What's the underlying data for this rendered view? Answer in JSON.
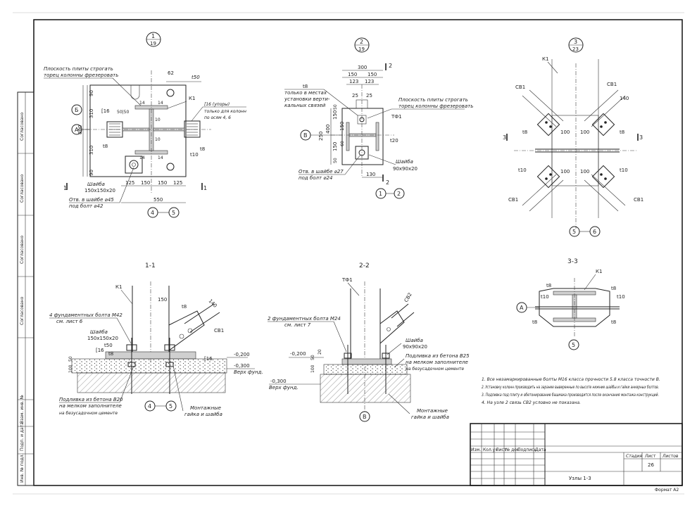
{
  "sheet": {
    "format": "Формат А2",
    "sheet_number": "26",
    "title": "Узлы 1-3"
  },
  "side_stamp": [
    "Согласовано",
    "Согласовано",
    "Согласовано",
    "Согласовано",
    "Взам. инв. №",
    "Подп. и дата",
    "Инв. № подл."
  ],
  "title_block": {
    "cols": [
      "Изм.",
      "Кол.уч",
      "Лист",
      "№ док.",
      "Подпись",
      "Дата"
    ],
    "stage_label": "Стадия",
    "sheet_label": "Лист",
    "sheets_label": "Листов"
  },
  "notes": [
    "1. Все незамаркированные болты М16 класса прочности 5.8 класса точности В.",
    "2. Установку колонн производить на заранее выверенные по высоте нижние шайбы и гайки анкерных болтов.",
    "3. Подливка под плиту и обетонирование башмака производится после окончания монтажа конструкций.",
    "4. На узле 2 связь СВ2 условно не показана."
  ],
  "node1": {
    "mark_top": "1",
    "mark_bot": "19",
    "note1": "Плоскость плиты строгать",
    "note2": "торец колонны фрезеровать",
    "k1": "К1",
    "t50": "t50",
    "d62": "62",
    "l16a": "[16",
    "l16b": "[16 (упоры)",
    "only1": "только для колонн",
    "only2": "по осям 4, 6",
    "t8a": "t8",
    "t8b": "t8",
    "t10": "t10",
    "d5050": "50|50",
    "d800": "800",
    "d310a": "310",
    "d310b": "310",
    "d90a": "90",
    "d90b": "90",
    "d14a": "14",
    "d14b": "14",
    "d14c": "14",
    "d14d": "14",
    "d10a": "10",
    "d10b": "10",
    "axB": "Б",
    "axA": "А",
    "washer1": "Шайба",
    "washer2": "150x150x20",
    "hole1": "Отв. в шайбе ⌀45",
    "hole2": "под болт ⌀42",
    "dims": [
      "125",
      "150",
      "150",
      "125"
    ],
    "d550": "550",
    "ax4": "4",
    "ax5": "5"
  },
  "node2": {
    "mark_top": "2",
    "mark_bot": "19",
    "d300": "300",
    "d150a": "150",
    "d150b": "150",
    "d123a": "123",
    "d123b": "123",
    "d25a": "25",
    "d25b": "25",
    "d2": "2",
    "t8": "t8",
    "only1": "только в местах",
    "only2": "установки верти-",
    "only3": "кальных связей",
    "note1": "Плоскость плиты строгать",
    "note2": "торец колонны фрезеровать",
    "tf1": "ТФ1",
    "t20": "t20",
    "d400": "400",
    "d250": "250",
    "d150": "150",
    "d130": "130",
    "d150c": "150",
    "d150d": "150",
    "d50a": "50",
    "d50b": "50",
    "d60": "60",
    "axV": "В",
    "hole1": "Отв. в шайбе ⌀27",
    "hole2": "под болт ⌀24",
    "washer1": "Шайба",
    "washer2": "90x90x20",
    "ax1": "1",
    "ax2": "2"
  },
  "node3": {
    "mark_top": "3",
    "mark_bot": "23",
    "k1": "К1",
    "cb1": [
      "СВ1",
      "СВ1",
      "СВ1",
      "СВ1"
    ],
    "t8": [
      "t8",
      "t8"
    ],
    "t10": [
      "t10",
      "t10"
    ],
    "d100": [
      "100",
      "100",
      "100",
      "100"
    ],
    "d140": "140",
    "d3": [
      "3",
      "3"
    ],
    "ax5": "5",
    "ax6": "6"
  },
  "sec11": {
    "title": "1-1",
    "k1": "К1",
    "d150": "150",
    "t8": "t8",
    "d140": "140",
    "bolts1": "4 фундаментных болта М42",
    "bolts2": "см. лист 6",
    "washer1": "Шайба",
    "washer2": "150x150x20",
    "t50": "t50",
    "l16": "[16",
    "t8b": "t8",
    "cb1": "СВ1",
    "l16b": "[16",
    "lvl1": "-0,200",
    "lvl2": "-0,300",
    "lvl3": "Верх фунд.",
    "d100": "100",
    "d50": "50",
    "conc1": "Подливка из бетона В20",
    "conc2": "на мелком заполнителе",
    "conc3": "на безусадочном цементе",
    "mont1": "Монтажные",
    "mont2": "гайка и шайба",
    "ax4": "4",
    "ax5": "5"
  },
  "sec22": {
    "title": "2-2",
    "tf1": "ТФ1",
    "cb2": "СВ2",
    "bolts1": "2 фундаментных болта М24",
    "bolts2": "см. лист 7",
    "washer1": "Шайба",
    "washer2": "90x90x20",
    "lvl1": "-0,200",
    "lvl2": "-0,300",
    "lvl3": "Верх фунд.",
    "d100": "100",
    "d20": "20",
    "d50": "50",
    "conc1": "Подливка из бетона В25",
    "conc2": "на мелком заполнителе",
    "conc3": "на безусадочном цементе",
    "mont1": "Монтажные",
    "mont2": "гайка и шайба",
    "axV": "В"
  },
  "sec33": {
    "title": "3-3",
    "k1": "К1",
    "t8": [
      "t8",
      "t8",
      "t8",
      "t8"
    ],
    "t10": [
      "t10",
      "t10"
    ],
    "axA": "А",
    "ax5": "5"
  }
}
